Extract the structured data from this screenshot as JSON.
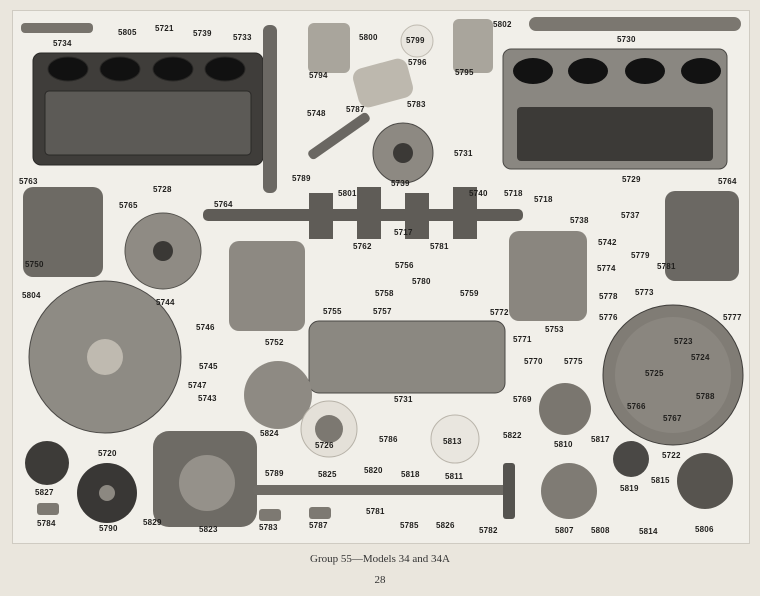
{
  "caption": "Group 55—Models 34 and 34A",
  "page_number": "28",
  "part_labels": [
    "5734",
    "5805",
    "5721",
    "5739",
    "5733",
    "5800",
    "5799",
    "5802",
    "5730",
    "5794",
    "5796",
    "5795",
    "5748",
    "5787",
    "5783",
    "5731",
    "5729",
    "5764",
    "5763",
    "5765",
    "5728",
    "5764",
    "5789",
    "5801",
    "5739",
    "5740",
    "5718",
    "5718",
    "5738",
    "5737",
    "5762",
    "5717",
    "5781",
    "5742",
    "5750",
    "5804",
    "5756",
    "5780",
    "5774",
    "5779",
    "5781",
    "5758",
    "5759",
    "5778",
    "5773",
    "5744",
    "5755",
    "5757",
    "5772",
    "5777",
    "5746",
    "5776",
    "5752",
    "5753",
    "5745",
    "5771",
    "5770",
    "5775",
    "5723",
    "5724",
    "5747",
    "5743",
    "5731",
    "5769",
    "5725",
    "5788",
    "5766",
    "5767",
    "5824",
    "5726",
    "5786",
    "5813",
    "5822",
    "5810",
    "5817",
    "5720",
    "5825",
    "5820",
    "5818",
    "5811",
    "5819",
    "5815",
    "5722",
    "5827",
    "5789",
    "5784",
    "5790",
    "5829",
    "5823",
    "5783",
    "5787",
    "5781",
    "5785",
    "5826",
    "5782",
    "5807",
    "5808",
    "5814",
    "5806"
  ]
}
